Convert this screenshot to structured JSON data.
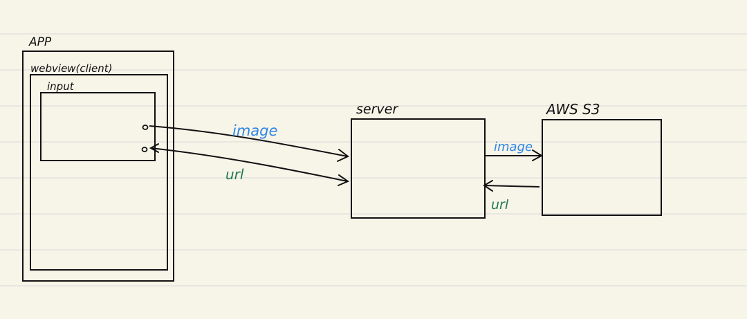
{
  "labels": {
    "app": "APP",
    "webview": "webview(client)",
    "input": "input",
    "server": "server",
    "s3": "AWS S3",
    "image_left": "image",
    "url_left": "url",
    "image_right": "image",
    "url_right": "url"
  },
  "colors": {
    "paper": "#f7f4e8",
    "ruled_line": "#d8d8d8",
    "ink": "#111111",
    "image_label": "#2f86e6",
    "url_label": "#1f7a52"
  }
}
